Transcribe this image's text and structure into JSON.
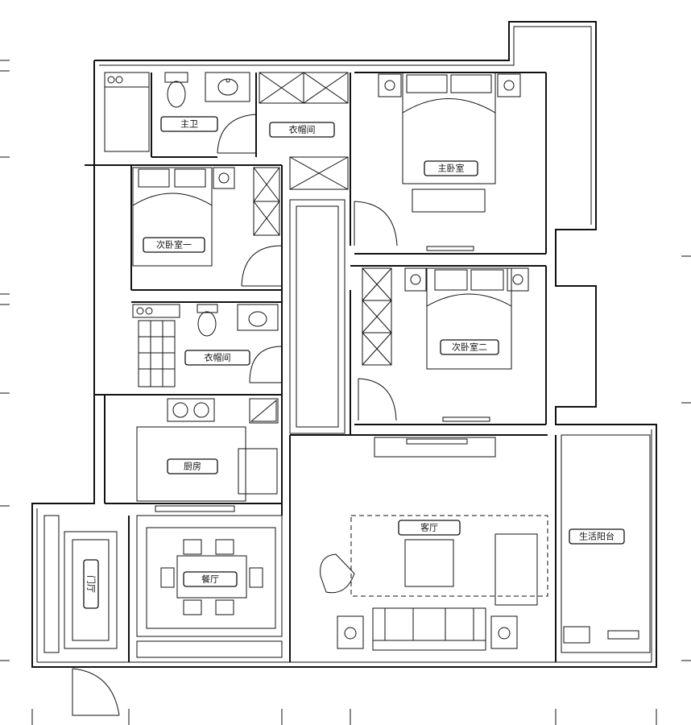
{
  "plan": {
    "rooms": {
      "master_bath": "主卫",
      "walk_in_closet_top": "衣帽间",
      "master_bedroom": "主卧室",
      "second_bedroom_1": "次卧室一",
      "second_bedroom_2": "次卧室二",
      "walk_in_closet_mid": "衣帽间",
      "kitchen": "厨房",
      "dining": "餐厅",
      "living_room": "客厅",
      "foyer": "门厅",
      "balcony": "生活阳台"
    }
  },
  "colors": {
    "line": "#111111",
    "background": "#ffffff"
  }
}
